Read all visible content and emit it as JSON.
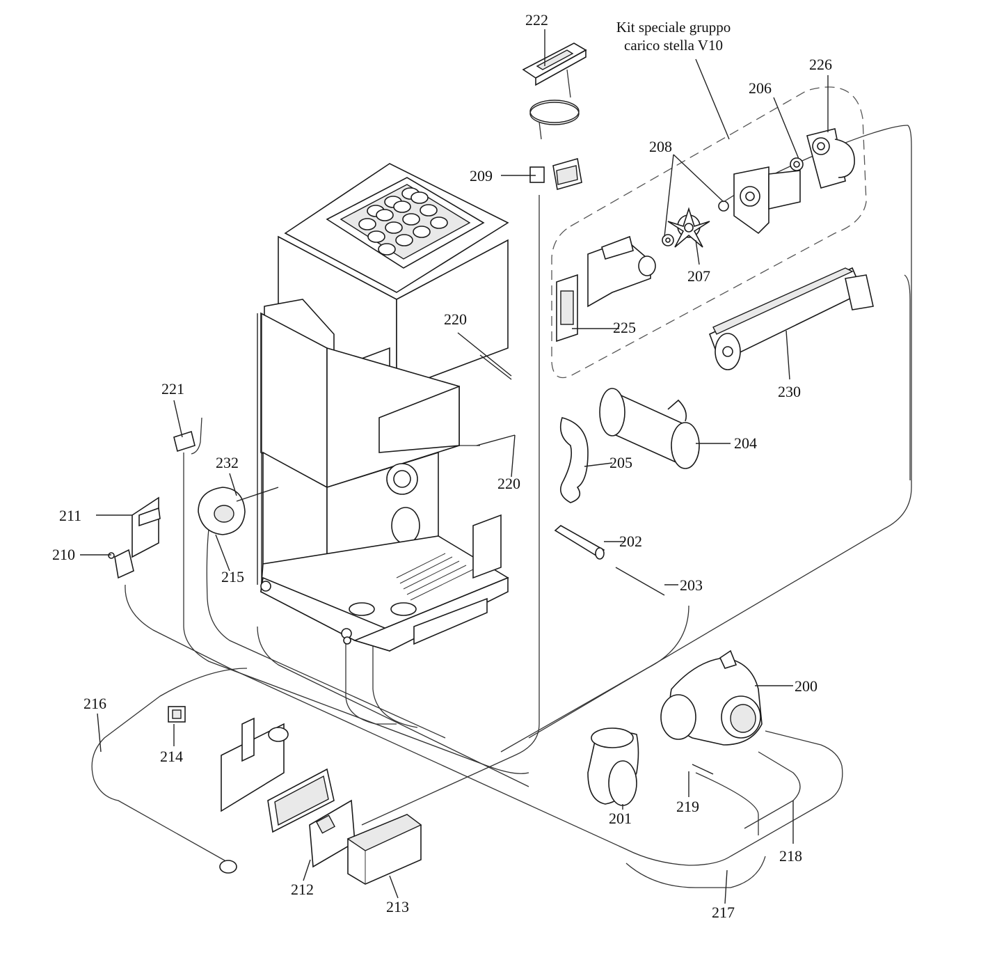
{
  "kit_label": {
    "line1": "Kit speciale gruppo",
    "line2": "carico stella V10"
  },
  "labels": {
    "p222": "222",
    "p226": "226",
    "p206": "206",
    "p208": "208",
    "p209": "209",
    "p207": "207",
    "p220a": "220",
    "p225": "225",
    "p230": "230",
    "p221": "221",
    "p204": "204",
    "p232": "232",
    "p205": "205",
    "p220b": "220",
    "p211": "211",
    "p210": "210",
    "p215": "215",
    "p202": "202",
    "p203": "203",
    "p200": "200",
    "p216": "216",
    "p214": "214",
    "p201": "201",
    "p219": "219",
    "p218": "218",
    "p212": "212",
    "p213": "213",
    "p217": "217"
  }
}
